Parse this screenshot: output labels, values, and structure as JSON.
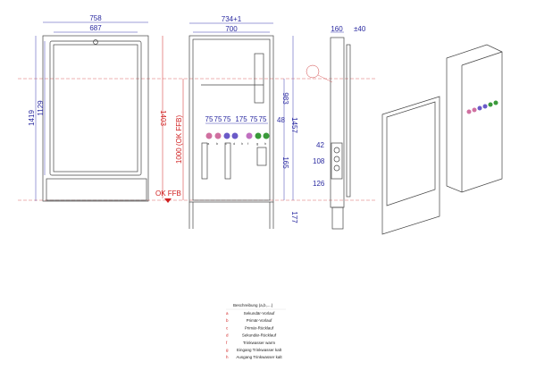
{
  "front_view": {
    "width_outer": "758",
    "width_door": "687",
    "height_total": "1419",
    "height_door": "1129",
    "height_ffb": "1403",
    "ffb_label": "OK FFB"
  },
  "mounting_view": {
    "width": "734+1",
    "width_inner": "700",
    "height_ffb": "1000 (OK FFB)",
    "dim_983": "983",
    "dim_1457": "1457",
    "dim_48": "48",
    "dim_165": "165",
    "dim_177": "177",
    "spacing": [
      "75",
      "75",
      "75",
      "175",
      "75",
      "75"
    ],
    "port_letters": [
      "a",
      "b",
      "c",
      "d",
      "h",
      "f",
      "g",
      "h"
    ]
  },
  "side_view": {
    "depth": "160",
    "adjust": "±40",
    "dim_42": "42",
    "dim_108": "108",
    "dim_126": "126"
  },
  "colors": {
    "red": "#d02020",
    "blue": "#2a2aa0",
    "green": "#3a9a3a",
    "purple": "#6a5ac8",
    "pink": "#d070a0"
  },
  "legend": {
    "title": "Beschreibung (a,b,....)",
    "items": [
      {
        "letter": "a",
        "text": "Sekundär-Vorlauf"
      },
      {
        "letter": "b",
        "text": "Primär-Vorlauf"
      },
      {
        "letter": "c",
        "text": "Primär-Rücklauf"
      },
      {
        "letter": "d",
        "text": "Sekundär-Rücklauf"
      },
      {
        "letter": "f",
        "text": "Trinkwasser warm"
      },
      {
        "letter": "g",
        "text": "Eingang Trinkwasser kalt"
      },
      {
        "letter": "h",
        "text": "Ausgang Trinkwasser kalt"
      }
    ]
  }
}
